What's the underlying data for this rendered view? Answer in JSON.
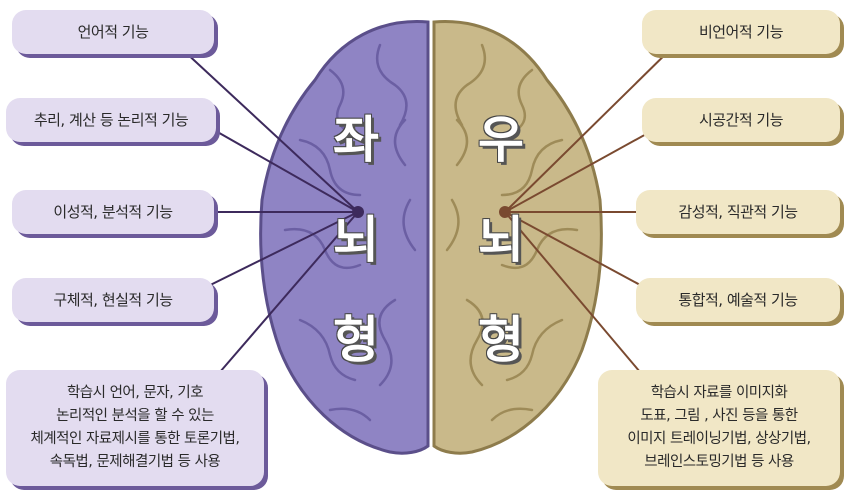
{
  "left_labels": [
    "언어적 기능",
    "추리, 계산 등 논리적 기능",
    "이성적, 분석적 기능",
    "구체적, 현실적 기능"
  ],
  "left_summary": [
    "학습시 언어, 문자, 기호",
    "논리적인 분석을 할 수 있는",
    "체계적인 자료제시를 통한 토론기법,",
    "속독법, 문제해결기법 등 사용"
  ],
  "right_labels": [
    "비언어적 기능",
    "시공간적 기능",
    "감성적, 직관적 기능",
    "통합적, 예술적 기능"
  ],
  "right_summary": [
    "학습시 자료를 이미지화",
    "도표, 그림 , 사진 등을 통한",
    "이미지 트레이닝기법, 상상기법,",
    "브레인스토밍기법 등 사용"
  ],
  "left_brain_title": [
    "좌",
    "뇌",
    "형"
  ],
  "right_brain_title": [
    "우",
    "뇌",
    "형"
  ],
  "colors": {
    "left_brain": "#8f84c4",
    "right_brain": "#c9b98a",
    "left_box": "#e3dcf0",
    "right_box": "#f1e7c6",
    "left_line": "#3d2a5c",
    "right_line": "#7a4a30"
  }
}
